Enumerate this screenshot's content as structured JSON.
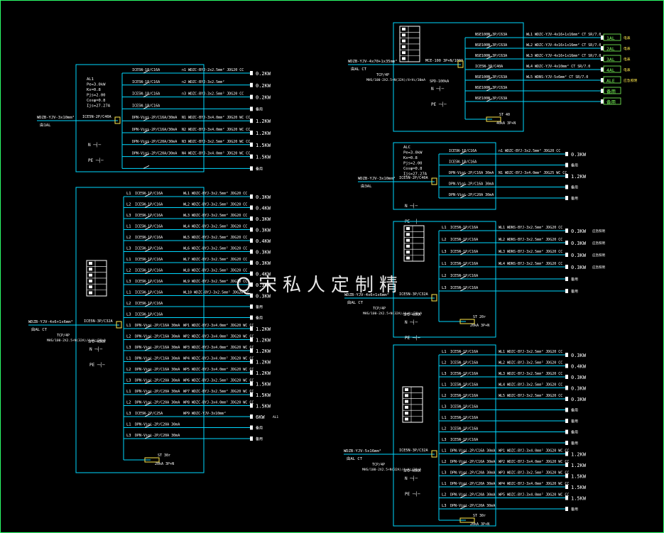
{
  "colors": {
    "bg": "#000000",
    "line": "#00d8ff",
    "text": "#ffffff",
    "power": "#ffffff",
    "load": "#ffff66",
    "label": "#7dff5c",
    "frame": "#2cff6a"
  },
  "watermark": "Ｑ宋私人定制精",
  "panels": [
    {
      "id": "p1",
      "info": [
        "AL1",
        "Pe=3.0kW",
        "Kx=0.8",
        "Pjs=2.00",
        "Cosφ=0.8",
        "Ijs=27.27A"
      ],
      "incoming": {
        "cable": "WDZB-YJV-3x10mm²",
        "tag": "由1AL",
        "main": "ICE5N-2P/C40A",
        "lines": [
          "N ─┤─",
          "PE ─┤─"
        ]
      },
      "circuits": [
        {
          "ph": "",
          "breaker": "ICE5N-1P/C16A",
          "cable": "n1 WDZC-BYJ-2x2.5mm²  JDG20 CC",
          "load": "0.2KW"
        },
        {
          "ph": "",
          "breaker": "ICE5N-1P/C16A",
          "cable": "n2 WDZC-BYJ-3x2.5mm²",
          "load": "0.2KW"
        },
        {
          "ph": "",
          "breaker": "ICE5N-1P/C16A",
          "cable": "n3 WDZC-BYJ-3x2.5mm²  JDG20 CC",
          "load": "0.2KW"
        },
        {
          "ph": "",
          "breaker": "ICE5N-1P/C16A",
          "cable": "",
          "load": "备用"
        },
        {
          "ph": "",
          "breaker": "DPN-Vigi-2P/C16A/30mA",
          "cable": "N1 WDZC-BYJ-3x4.0mm²  JDG20 WC CC",
          "load": "1.2KW"
        },
        {
          "ph": "",
          "breaker": "DPN-Vigi-2P/C16A/30mA",
          "cable": "N2 WDZC-BYJ-3x4.0mm²  JDG20 WC CC",
          "load": "1.2KW"
        },
        {
          "ph": "",
          "breaker": "DPN-Vigi-2P/C20A/30mA",
          "cable": "N3 WDZC-BYJ-3x2.5mm²  JDG20 WC CC",
          "load": "1.5KW"
        },
        {
          "ph": "",
          "breaker": "DPN-Vigi-2P/C20A/30mA",
          "cable": "N4 WDZC-BYJ-3x4.0mm²  JDG20 WC CC",
          "load": "1.5KW"
        },
        {
          "ph": "",
          "breaker": "",
          "cable": "",
          "load": "备用"
        }
      ]
    },
    {
      "id": "p2",
      "incoming": {
        "cable": "WDZB-YJV-4x6+1x6mm²",
        "tag": "由AL  CT",
        "main": "ICE5N-3P/C32A",
        "spd": "SPD-40kA",
        "note": "TCP/4P",
        "note2": "MHS/100-2X2.5+N(32A)/4+Vc/30mA",
        "lines": [
          "N ─┤─",
          "PE ─┤─"
        ]
      },
      "circuits": [
        {
          "ph": "L1",
          "breaker": "ICE5N-1P/C16A",
          "cable": "WL1 WDZC-BYJ-3x2.5mm²  JDG20 CC",
          "load": "0.3KW"
        },
        {
          "ph": "L2",
          "breaker": "ICE5N-1P/C16A",
          "cable": "WL2 WDZC-BYJ-3x2.5mm²  JDG20 CC",
          "load": "0.4KW"
        },
        {
          "ph": "L3",
          "breaker": "ICE5N-1P/C16A",
          "cable": "WL3 WDZC-BYJ-3x2.5mm²  JDG20 CC",
          "load": "0.3KW"
        },
        {
          "ph": "L1",
          "breaker": "ICE5N-1P/C16A",
          "cable": "WL4 WDZC-BYJ-3x2.5mm²  JDG20 CC",
          "load": "0.3KW"
        },
        {
          "ph": "L2",
          "breaker": "ICE5N-1P/C16A",
          "cable": "WL5 WDZC-BYJ-3x2.5mm²  JDG20 CC",
          "load": "0.4KW"
        },
        {
          "ph": "L3",
          "breaker": "ICE5N-1P/C16A",
          "cable": "WL6 WDZC-BYJ-3x2.5mm²  JDG20 CC",
          "load": "0.3KW"
        },
        {
          "ph": "L1",
          "breaker": "ICE5N-1P/C16A",
          "cable": "WL7 WDZC-BYJ-3x2.5mm²  JDG20 CC",
          "load": "0.3KW"
        },
        {
          "ph": "L2",
          "breaker": "ICE5N-1P/C16A",
          "cable": "WL8 WDZC-BYJ-3x2.5mm²  JDG20 CC",
          "load": "0.4KW"
        },
        {
          "ph": "L3",
          "breaker": "ICE5N-1P/C16A",
          "cable": "WL9 WDZC-BYJ-3x2.5mm²  JDG20 CC",
          "load": "0.3KW"
        },
        {
          "ph": "L1",
          "breaker": "ICE5N-1P/C16A",
          "cable": "WL10 WDZC-BYJ-3x2.5mm²  JDG20 CC",
          "load": "0.3KW"
        },
        {
          "ph": "L2",
          "breaker": "ICE5N-1P/C16A",
          "cable": "",
          "load": "备用"
        },
        {
          "ph": "L3",
          "breaker": "ICE5N-1P/C16A",
          "cable": "",
          "load": "备用"
        },
        {
          "ph": "L1",
          "breaker": "DPN-Vigi-2P/C16A 30mA",
          "cable": "WP1 WDZC-BYJ-3x4.0mm²  JDG20 WC CC",
          "load": "1.2KW"
        },
        {
          "ph": "L2",
          "breaker": "DPN-Vigi-2P/C16A 30mA",
          "cable": "WP2 WDZC-BYJ-3x4.0mm²  JDG20 WC CC",
          "load": "1.2KW"
        },
        {
          "ph": "L3",
          "breaker": "DPN-Vigi-2P/C16A 30mA",
          "cable": "WP3 WDZC-BYJ-3x4.0mm²  JDG20 WC CC",
          "load": "1.2KW"
        },
        {
          "ph": "L1",
          "breaker": "DPN-Vigi-2P/C16A 30mA",
          "cable": "WP4 WDZC-BYJ-3x4.0mm²  JDG20 WC CC",
          "load": "1.2KW"
        },
        {
          "ph": "L2",
          "breaker": "DPN-Vigi-2P/C16A 30mA",
          "cable": "WP5 WDZC-BYJ-3x4.0mm²  JDG20 WC CC",
          "load": "1.2KW"
        },
        {
          "ph": "L3",
          "breaker": "DPN-Vigi-2P/C20A 30mA",
          "cable": "WP6 WDZC-BYJ-3x2.5mm²  JDG20 WC CC",
          "load": "1.5KW"
        },
        {
          "ph": "L1",
          "breaker": "DPN-Vigi-2P/C20A 30mA",
          "cable": "WP7 WDZC-BYJ-3x2.5mm²  JDG20 WC CC",
          "load": "1.5KW"
        },
        {
          "ph": "L2",
          "breaker": "DPN-Vigi-2P/C20A 30mA",
          "cable": "WP8 WDZC-BYJ-3x4.0mm²  JDG20 WC CC",
          "load": "1.5KW"
        },
        {
          "ph": "L3",
          "breaker": "ICE5N-2P/C25A",
          "cable": "WP9 WDZC-YJV-3x10mm²",
          "load": "6KW",
          "load_tag": "AL1"
        },
        {
          "ph": "L1",
          "breaker": "DPN-Vigi-2P/C20A 30mA",
          "cable": "",
          "load": "备用"
        },
        {
          "ph": "L3",
          "breaker": "DPN-Vigi-2P/C20A 30mA",
          "cable": "",
          "load": "备用"
        }
      ],
      "meter": {
        "ph": "",
        "label": "ST  30r",
        "sub": "20kA  3P+N"
      }
    },
    {
      "id": "p3",
      "incoming": {
        "cable": "WDZB-YJV-4x70+1x35mm²",
        "tag": "由AL  CT",
        "main": "MCE-100 3P+N/100A",
        "spd": "SPD-100kA",
        "note": "TCP/4P",
        "note2": "MHS/100-2X2.5+N(32A)/4+Vc/30mA",
        "lines": [
          "N ─┤─",
          "PE ─┤─"
        ]
      },
      "circuits": [
        {
          "ph": "",
          "breaker": "NSE100N 3P/C63A",
          "cable": "WL1 WDZC-YJV-4x16+1x16mm²  CT  SR/7.0",
          "load": "1AL",
          "load_tag": "电表"
        },
        {
          "ph": "",
          "breaker": "NSE100N 3P/C63A",
          "cable": "WL2 WDZC-YJV-4x16+1x16mm²  CT  SR/7.0",
          "load": "2AL",
          "load_tag": "电表"
        },
        {
          "ph": "",
          "breaker": "NSE100N 3P/C63A",
          "cable": "WL3 WDZC-YJV-4x16+1x16mm²  CT  SR/7.0",
          "load": "3AL",
          "load_tag": "电表"
        },
        {
          "ph": "",
          "breaker": "ICE5N-3P/C40A",
          "cable": "WL4 WDZC-YJV-4x10mm²   CT  SR/7.0",
          "load": "4AL",
          "load_tag": "电表"
        },
        {
          "ph": "",
          "breaker": "NSE100N 3P/C63A",
          "cable": "WL5 WDNS-YJV-5x6mm²   CT  SR/7.0",
          "load": "ALE",
          "load_tag": "应急照明"
        },
        {
          "ph": "",
          "breaker": "NSE100N 3P/C63A",
          "cable": "",
          "load": "备用"
        },
        {
          "ph": "",
          "breaker": "NSE100N 3P/C63A",
          "cable": "",
          "load": "备用"
        }
      ],
      "meter": {
        "ph": "",
        "label": "ST  40",
        "sub": "40kA 3P+N"
      }
    },
    {
      "id": "p4",
      "info": [
        "ALC",
        "Pe=3.0kW",
        "Kx=0.8",
        "Pjs=2.00",
        "Cosφ=0.8",
        "Ijs=27.27A"
      ],
      "incoming": {
        "cable": "WDZB-YJV-3x10mm²",
        "tag": "由3AL",
        "main": "ICE5N-2P/C40A",
        "lines": [
          "N ─┤─",
          "PE ─┤─"
        ]
      },
      "circuits": [
        {
          "ph": "",
          "breaker": "ICE5N-1P/C16A",
          "cable": "n1 WDZC-BYJ-3x2.5mm²  JDG20 CC",
          "load": "0.3KW"
        },
        {
          "ph": "",
          "breaker": "ICE5N-1P/C16A",
          "cable": "",
          "load": "备用"
        },
        {
          "ph": "",
          "breaker": "DPN-Vigi-2P/C16A 30mA",
          "cable": "N1 WDZC-BYJ-3x4.0mm²  JDG25 WC CC",
          "load": "1.2KW"
        },
        {
          "ph": "",
          "breaker": "DPN-Vigi-2P/C16A 30mA",
          "cable": "",
          "load": "备用"
        },
        {
          "ph": "",
          "breaker": "DPN-Vigi-2P/C20A 30mA",
          "cable": "",
          "load": "备用"
        }
      ]
    },
    {
      "id": "p5",
      "incoming": {
        "cable": "WDZB-YJV-4x6+1x6mm²",
        "tag": "由AL  CT",
        "main": "ICE5N-3P/C32A",
        "spd": "SPD-40kA",
        "note": "TCP/4P",
        "note2": "MHS/100-2X2.5+N(32A)/4+Vc/30mA",
        "lines": [
          "N ─┤─",
          "PE ─┤─"
        ]
      },
      "circuits": [
        {
          "ph": "L1",
          "breaker": "ICE5N-1P/C16A",
          "cable": "WL1 WDNS-BYJ-3x2.5mm²  JDG20 CC",
          "load": "0.3KW",
          "load_tag": "应急照明"
        },
        {
          "ph": "L2",
          "breaker": "ICE5N-1P/C16A",
          "cable": "WL2 WDNS-BYJ-3x2.5mm²  JDG20 CC",
          "load": "0.3KW",
          "load_tag": "应急照明"
        },
        {
          "ph": "L3",
          "breaker": "ICE5N-1P/C16A",
          "cable": "WL3 WDNS-BYJ-3x2.5mm²  JDG20 CC",
          "load": "0.3KW",
          "load_tag": "应急照明"
        },
        {
          "ph": "L1",
          "breaker": "ICE5N-1P/C16A",
          "cable": "WL4 WDNS-BYJ-3x2.5mm²  JDG20 CC",
          "load": "0.3KW",
          "load_tag": "应急照明"
        },
        {
          "ph": "L2",
          "breaker": "ICE5N-1P/C16A",
          "cable": "",
          "load": "备用"
        },
        {
          "ph": "L3",
          "breaker": "ICE5N-1P/C16A",
          "cable": "",
          "load": "备用"
        }
      ],
      "meter": {
        "ph": "",
        "label": "ST  20r",
        "sub": "20kA  3P+N"
      }
    },
    {
      "id": "p6",
      "incoming": {
        "cable": "WDZB-YJV-5x16mm²",
        "tag": "由AL  CT",
        "main": "ICE5N-3P/C32A",
        "spd": "SPD-40kA",
        "note": "TCP/4P",
        "note2": "MHS/100-2X2.5+N(32A)/4+Vc/30mA",
        "lines": [
          "N ─┤─",
          "PE ─┤─"
        ]
      },
      "circuits": [
        {
          "ph": "L1",
          "breaker": "ICE5N-1P/C16A",
          "cable": "WL1 WDZC-BYJ-3x2.5mm²  JDG20 CC",
          "load": "0.3KW"
        },
        {
          "ph": "L2",
          "breaker": "ICE5N-1P/C16A",
          "cable": "WL2 WDZC-BYJ-3x2.5mm²  JDG20 CC",
          "load": "0.4KW"
        },
        {
          "ph": "L3",
          "breaker": "ICE5N-1P/C16A",
          "cable": "WL3 WDZC-BYJ-3x2.5mm²  JDG20 CC",
          "load": "0.3KW"
        },
        {
          "ph": "L1",
          "breaker": "ICE5N-1P/C16A",
          "cable": "WL4 WDZC-BYJ-3x2.5mm²  JDG20 CC",
          "load": "0.3KW"
        },
        {
          "ph": "L2",
          "breaker": "ICE5N-1P/C16A",
          "cable": "WL5 WDZC-BYJ-3x2.5mm²  JDG20 CC",
          "load": "0.3KW"
        },
        {
          "ph": "L3",
          "breaker": "ICE5N-1P/C16A",
          "cable": "",
          "load": "备用"
        },
        {
          "ph": "L1",
          "breaker": "ICE5N-1P/C16A",
          "cable": "",
          "load": "备用"
        },
        {
          "ph": "L2",
          "breaker": "ICE5N-1P/C16A",
          "cable": "",
          "load": "备用"
        },
        {
          "ph": "L3",
          "breaker": "ICE5N-1P/C16A",
          "cable": "",
          "load": "备用"
        },
        {
          "ph": "L1",
          "breaker": "DPN-Vigi-2P/C16A 30mA",
          "cable": "WP1 WDZC-BYJ-3x4.0mm² JDG20 WC CC",
          "load": "1.2KW"
        },
        {
          "ph": "L2",
          "breaker": "DPN-Vigi-2P/C16A 30mA",
          "cable": "WP2 WDZC-BYJ-3x4.0mm² JDG20 WC CC",
          "load": "1.2KW"
        },
        {
          "ph": "L3",
          "breaker": "DPN-Vigi-2P/C20A 30mA",
          "cable": "WP3 WDZC-BYJ-3x2.5mm² JDG20 WC CC",
          "load": "1.5KW"
        },
        {
          "ph": "L1",
          "breaker": "DPN-Vigi-2P/C20A 30mA",
          "cable": "WP4 WDZC-BYJ-3x4.0mm² JDG20 WC CC",
          "load": "1.5KW"
        },
        {
          "ph": "L2",
          "breaker": "DPN-Vigi-2P/C20A 30mA",
          "cable": "WP5 WDZC-BYJ-3x4.0mm² JDG20 WC CC",
          "load": "1.5KW"
        },
        {
          "ph": "L3",
          "breaker": "DPN-Vigi-2P/C20A 30mA",
          "cable": "",
          "load": "备用"
        }
      ],
      "meter": {
        "ph": "",
        "label": "ST  30r",
        "sub": "20kA  3P+N"
      }
    }
  ]
}
